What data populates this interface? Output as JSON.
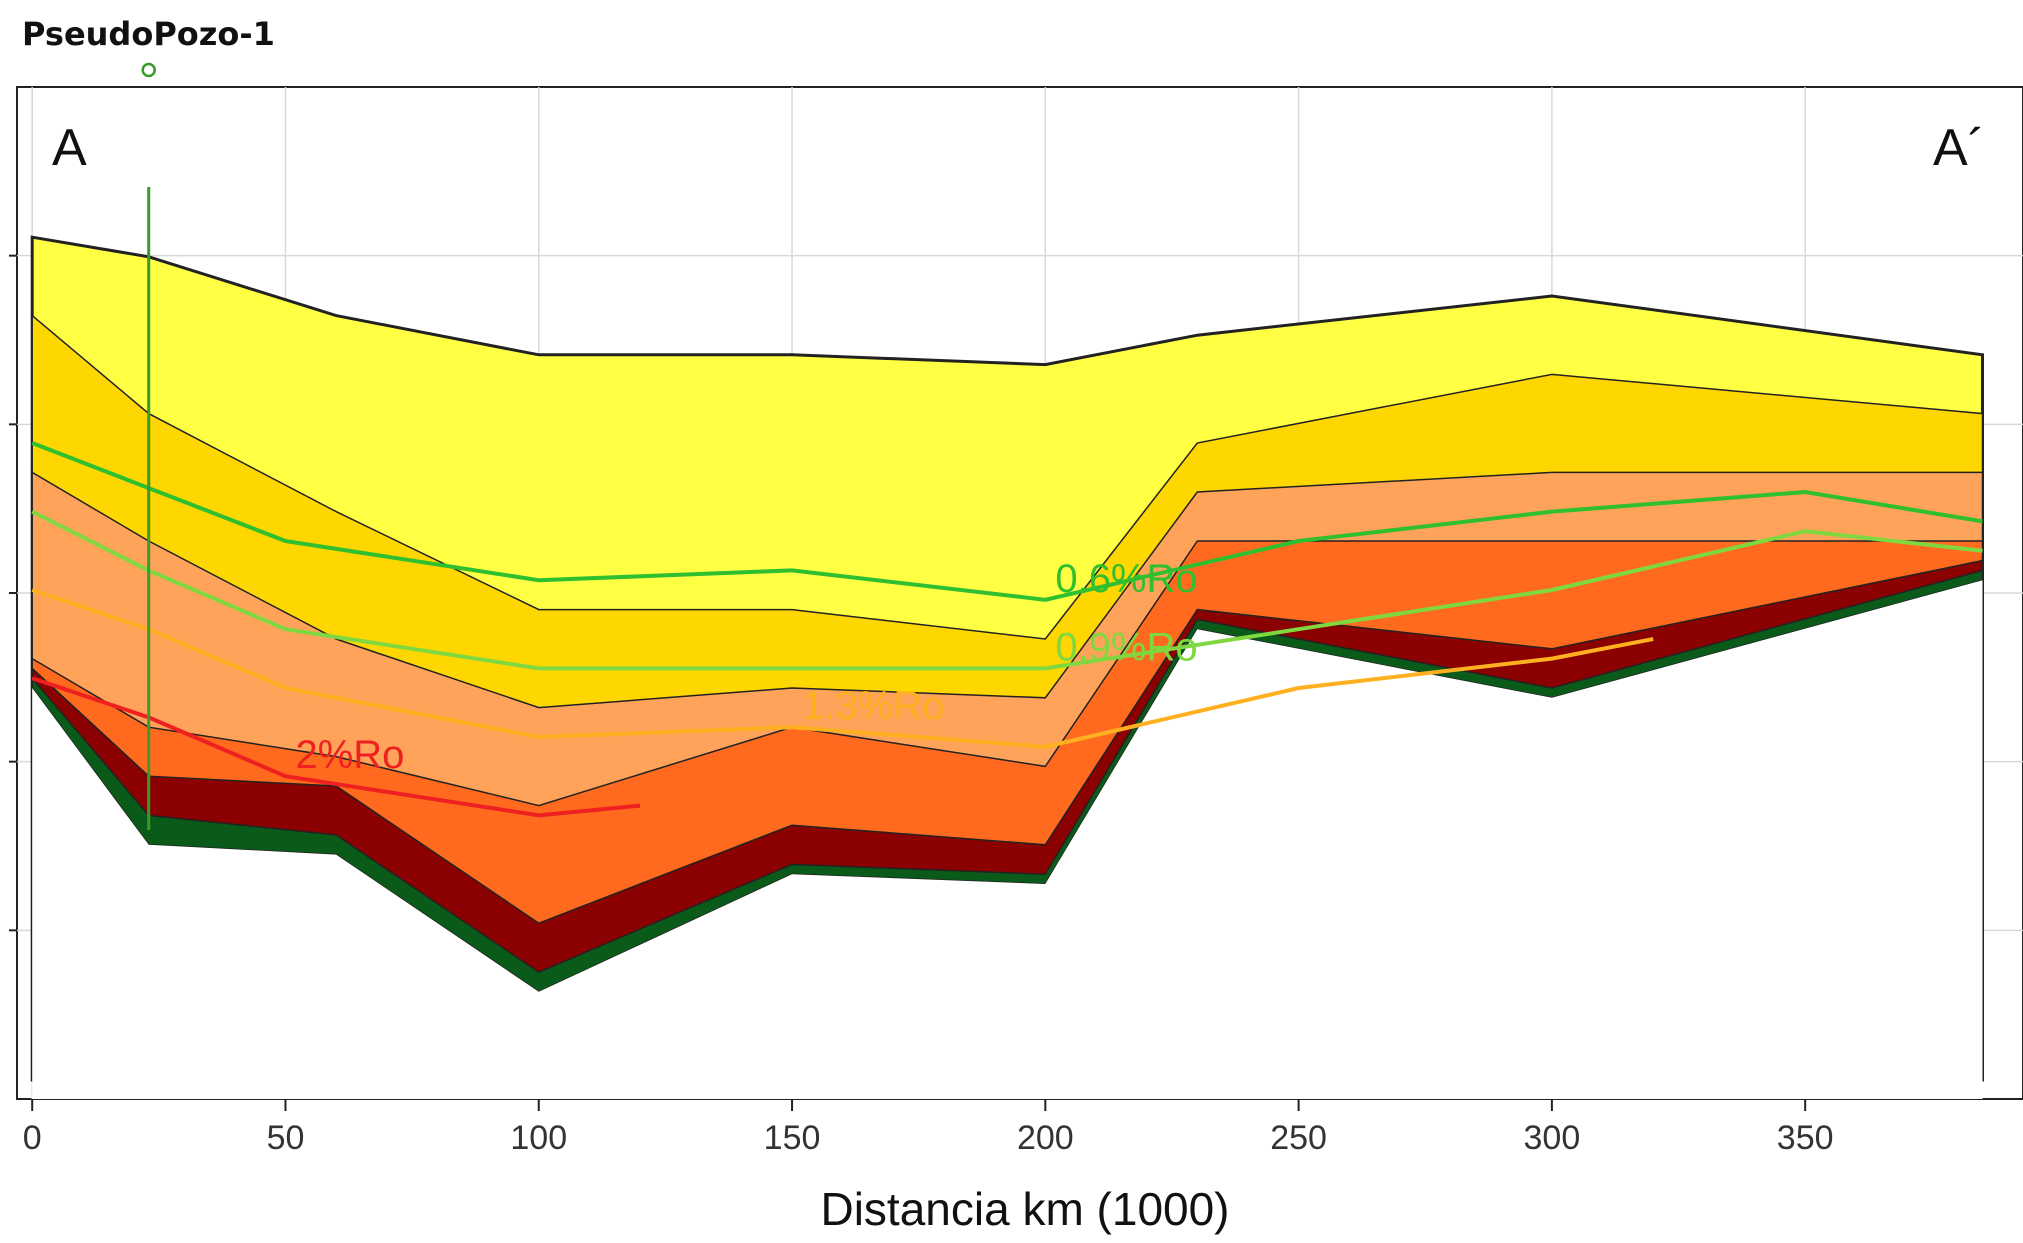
{
  "chart_data": {
    "type": "area",
    "title": "",
    "xlabel": "Distancia km (1000)",
    "ylabel": "",
    "xlim": [
      -3,
      393
    ],
    "ylim": [
      0,
      1
    ],
    "x_ticks": [
      "0",
      "50",
      "100",
      "150",
      "200",
      "250",
      "300",
      "350"
    ],
    "y_ticks": 5,
    "grid": true,
    "well": {
      "name": "PseudoPozo-1",
      "x": 23,
      "color": "#3a9a2a"
    },
    "section_labels": {
      "start": "A",
      "end": "A´"
    },
    "layers": [
      {
        "color": "#ffff44",
        "x": [
          0,
          23,
          60,
          100,
          150,
          200,
          230,
          300,
          385
        ],
        "top": [
          0.86,
          0.84,
          0.78,
          0.74,
          0.74,
          0.73,
          0.76,
          0.8,
          0.74
        ]
      },
      {
        "color": "#ffd700",
        "x": [
          0,
          23,
          60,
          100,
          150,
          200,
          230,
          300,
          385
        ],
        "top": [
          0.78,
          0.68,
          0.58,
          0.48,
          0.48,
          0.45,
          0.65,
          0.72,
          0.68
        ]
      },
      {
        "color": "#ffa35a",
        "x": [
          0,
          23,
          60,
          100,
          150,
          200,
          230,
          300,
          385
        ],
        "top": [
          0.62,
          0.55,
          0.45,
          0.38,
          0.4,
          0.39,
          0.6,
          0.62,
          0.62
        ]
      },
      {
        "color": "#ff6a1e",
        "x": [
          0,
          23,
          60,
          100,
          150,
          200,
          230,
          300,
          385
        ],
        "top": [
          0.43,
          0.36,
          0.33,
          0.28,
          0.36,
          0.32,
          0.55,
          0.55,
          0.55
        ]
      },
      {
        "color": "#8b0000",
        "x": [
          0,
          23,
          60,
          100,
          150,
          200,
          230,
          300,
          385
        ],
        "top": [
          0.42,
          0.31,
          0.3,
          0.16,
          0.26,
          0.24,
          0.48,
          0.44,
          0.53
        ]
      },
      {
        "color": "#0a5a1a",
        "x": [
          0,
          23,
          60,
          100,
          150,
          200,
          230,
          300,
          385
        ],
        "top": [
          0.41,
          0.27,
          0.25,
          0.11,
          0.22,
          0.21,
          0.47,
          0.4,
          0.52
        ]
      },
      {
        "color": "#b01fb0",
        "x": [
          0,
          23,
          60,
          100,
          150,
          200,
          230,
          300,
          385
        ],
        "top": [
          0.4,
          0.24,
          0.23,
          0.09,
          0.21,
          0.2,
          0.46,
          0.39,
          0.51
        ]
      }
    ],
    "ro_isolines": [
      {
        "label": "0.6%Ro",
        "color": "#2fbf2f",
        "x": [
          0,
          50,
          100,
          150,
          200,
          250,
          300,
          350,
          385
        ],
        "y": [
          0.65,
          0.55,
          0.51,
          0.52,
          0.49,
          0.55,
          0.58,
          0.6,
          0.57
        ]
      },
      {
        "label": "0.9%Ro",
        "color": "#7fd83f",
        "x": [
          0,
          23,
          50,
          100,
          150,
          200,
          250,
          300,
          350,
          385
        ],
        "y": [
          0.58,
          0.52,
          0.46,
          0.42,
          0.42,
          0.42,
          0.46,
          0.5,
          0.56,
          0.54
        ]
      },
      {
        "label": "1.3%Ro",
        "color": "#ffb020",
        "x": [
          0,
          23,
          50,
          100,
          150,
          200,
          250,
          300,
          320
        ],
        "y": [
          0.5,
          0.46,
          0.4,
          0.35,
          0.36,
          0.34,
          0.4,
          0.43,
          0.45
        ]
      },
      {
        "label": "2%Ro",
        "color": "#ee2020",
        "x": [
          0,
          23,
          50,
          100,
          120
        ],
        "y": [
          0.41,
          0.37,
          0.31,
          0.27,
          0.28
        ]
      }
    ]
  }
}
